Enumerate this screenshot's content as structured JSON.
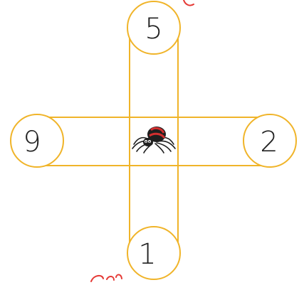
{
  "puzzle": {
    "center_icon": "spider-icon",
    "numbers": {
      "top": "5",
      "left": "9",
      "right": "2",
      "bottom": "1"
    }
  },
  "colors": {
    "stroke": "#F0B429",
    "number": "#222222",
    "accent_scribble": "#E53935",
    "spider_body": "#1f1f1f",
    "spider_red": "#D32F2F"
  }
}
